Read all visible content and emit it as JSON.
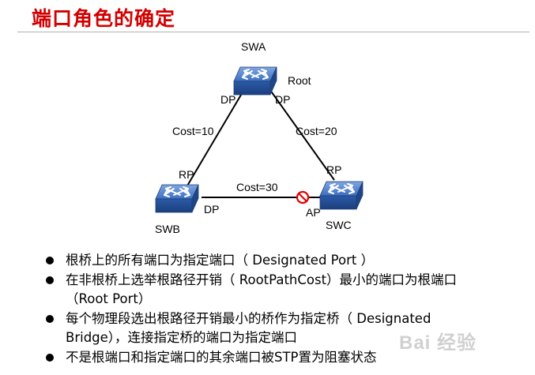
{
  "title": "端口角色的确定",
  "nodes": {
    "swa": {
      "name": "SWA",
      "role": "Root"
    },
    "swb": {
      "name": "SWB"
    },
    "swc": {
      "name": "SWC"
    }
  },
  "links": {
    "ab": {
      "cost": "Cost=10"
    },
    "ac": {
      "cost": "Cost=20"
    },
    "bc": {
      "cost": "Cost=30"
    }
  },
  "ports": {
    "swa_left": "DP",
    "swa_right": "DP",
    "swb_top": "RP",
    "swb_right": "DP",
    "swc_top": "RP",
    "swc_left": "AP"
  },
  "bullets": [
    "根桥上的所有端口为指定端口（ Designated Port ）",
    "在非根桥上选举根路径开销（ RootPathCost）最小的端口为根端口（Root Port）",
    "每个物理段选出根路径开销最小的桥作为指定桥（ Designated Bridge），连接指定桥的端口为指定端口",
    "不是根端口和指定端口的其余端口被STP置为阻塞状态"
  ],
  "watermark": "Bai 经验",
  "colors": {
    "title": "#d20000",
    "switch": "#3567b5",
    "blocked": "#e00000"
  }
}
